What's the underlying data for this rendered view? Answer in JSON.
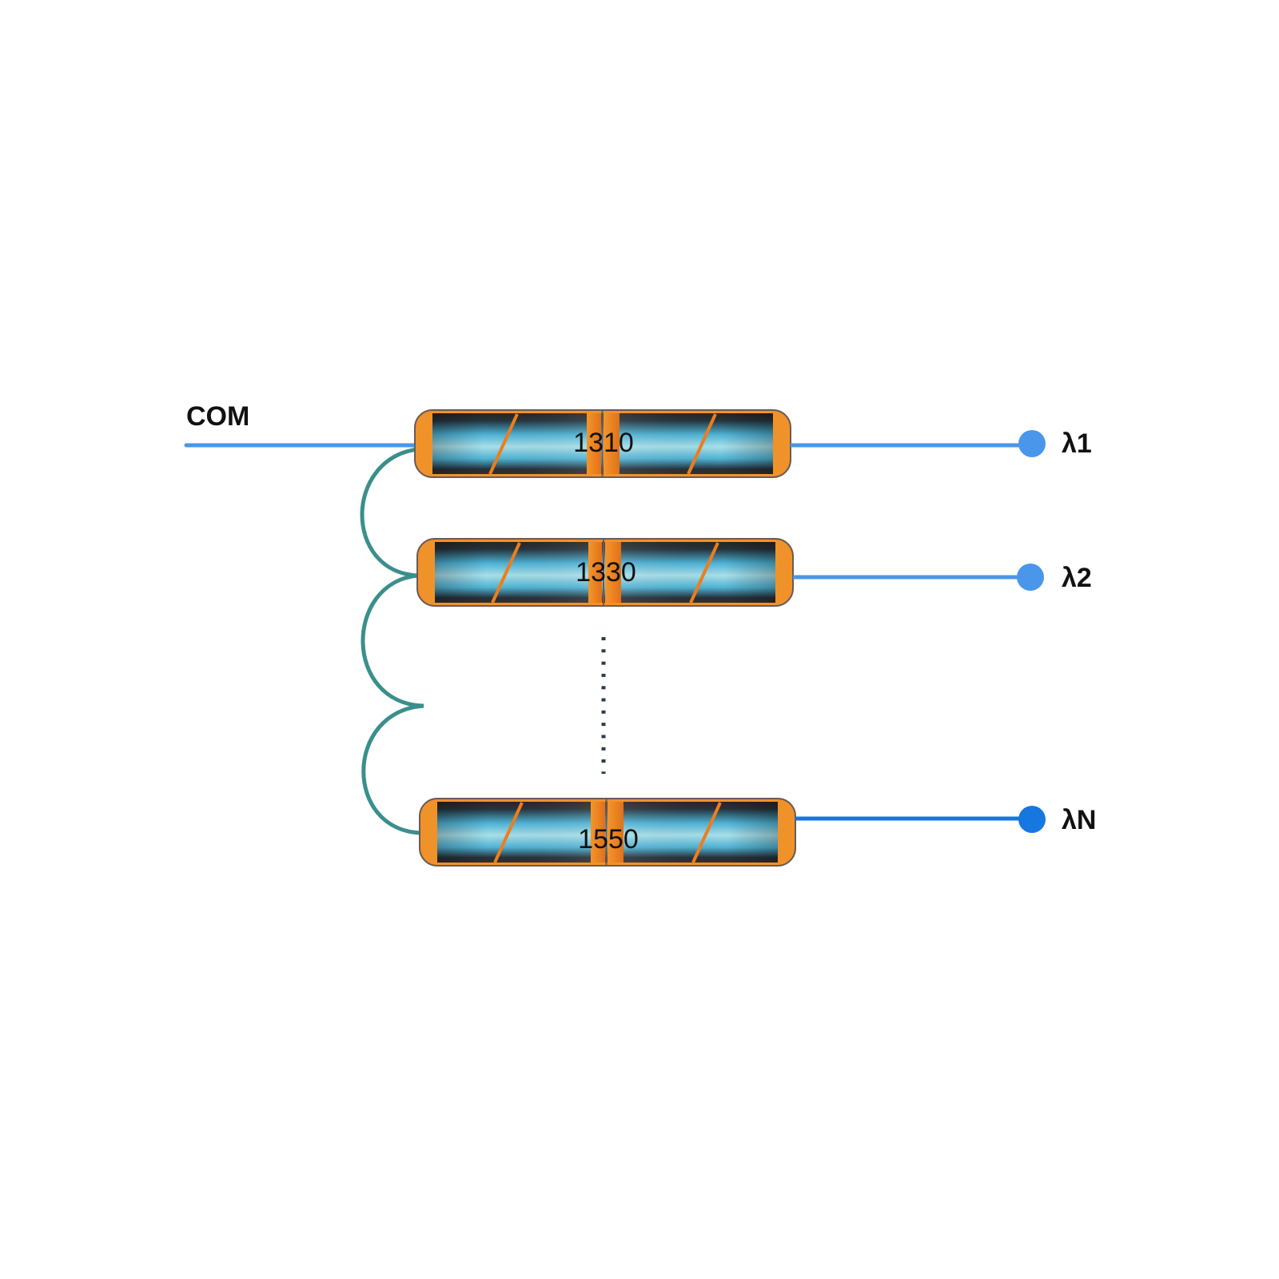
{
  "diagram": {
    "type": "CWDM wavelength division multiplexer",
    "common_port": {
      "label": "COM"
    },
    "filters": [
      {
        "label": "1310",
        "port_label": "λ1",
        "port_color": "#4a96ea"
      },
      {
        "label": "1330",
        "port_label": "λ2",
        "port_color": "#4a96ea"
      },
      {
        "label": "1550",
        "port_label": "λN",
        "port_color": "#1677e0"
      }
    ],
    "ellipsis": "dotted continuation between λ2 and λN",
    "colors": {
      "fiber_line": "#4a96ea",
      "cascade_fiber": "#3a8f8c",
      "filter_orange": "#f0922a",
      "filter_band": "#e8791c",
      "filter_body_light": "#a8dde8",
      "filter_body_mid": "#4fb6d8",
      "filter_body_dark": "#1c2a33",
      "filter_outline": "#6a5a55",
      "dots": "#2a3a50"
    }
  }
}
